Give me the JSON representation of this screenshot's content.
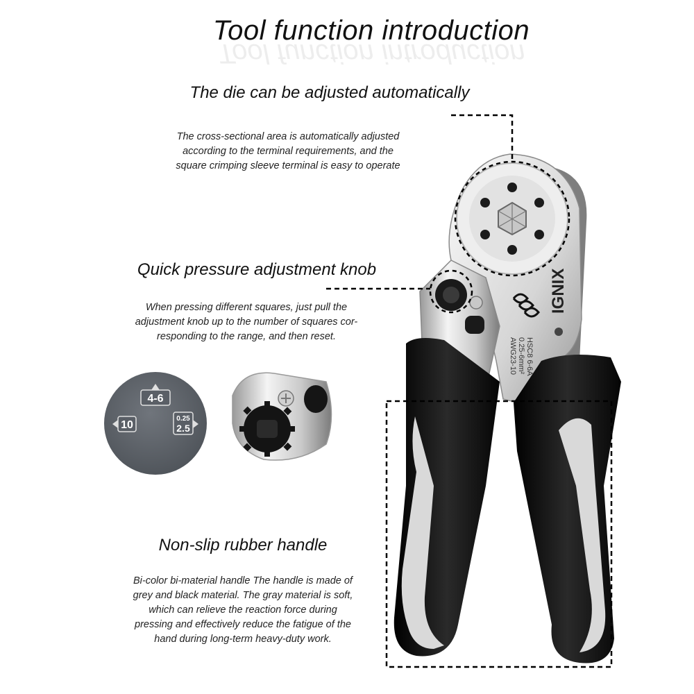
{
  "page": {
    "title": "Tool function introduction"
  },
  "features": [
    {
      "heading": "The die can be adjusted automatically",
      "description_lines": [
        "The cross-sectional area is automatically adjusted",
        "according to the terminal requirements, and the",
        "square crimping sleeve terminal is easy to operate"
      ]
    },
    {
      "heading": "Quick pressure adjustment knob",
      "description_lines": [
        "When pressing different squares, just pull the",
        "adjustment knob up to the number of squares cor-",
        "responding to the range, and then reset."
      ]
    },
    {
      "heading": "Non-slip rubber handle",
      "description_lines": [
        "Bi-color bi-material handle The handle is made of",
        "grey and black material. The gray material is soft,",
        "which can relieve the reaction force during",
        "pressing and effectively reduce the fatigue of the",
        "hand during long-term heavy-duty work."
      ]
    }
  ],
  "knob_dial": {
    "top_label": "4-6",
    "left_label": "10",
    "right_label_top": "0.25",
    "right_label_bottom": "2.5"
  },
  "tool": {
    "brand": "IGNIX",
    "model": "HSC8 6-6A",
    "range": "0.25-6mm²",
    "awg": "AWG23-10"
  },
  "colors": {
    "handle_black": "#111111",
    "handle_grey": "#d9d9d9",
    "steel": "#e8e8e8",
    "dial_grey": "#5f646b"
  }
}
